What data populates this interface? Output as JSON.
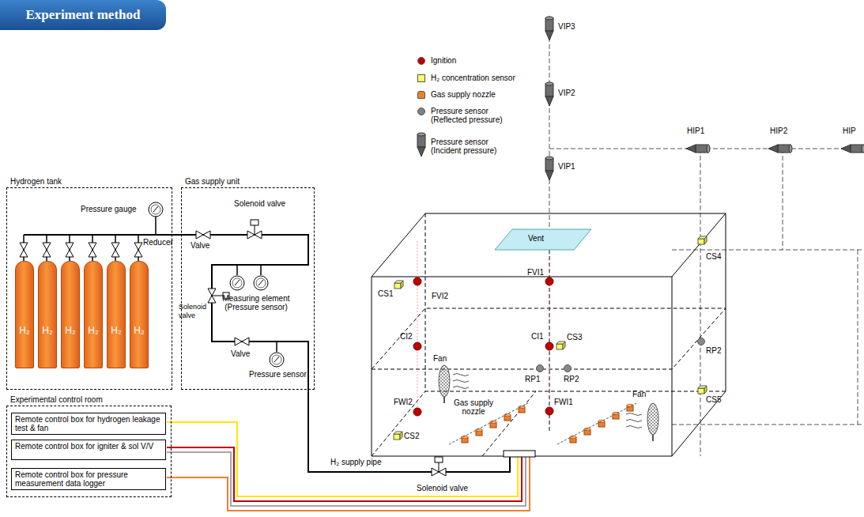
{
  "diagram": {
    "title": "Experiment method",
    "nodes": [
      {
        "text": [
          "Hydrogen tank"
        ]
      },
      {
        "text": [
          "H₂"
        ],
        "in": 0
      },
      {
        "text": [
          "H₂"
        ],
        "in": 0
      },
      {
        "text": [
          "H₂"
        ],
        "in": 0
      },
      {
        "text": [
          "H₂"
        ],
        "in": 0
      },
      {
        "text": [
          "H₂"
        ],
        "in": 0
      },
      {
        "text": [
          "H₂"
        ],
        "in": 0
      },
      {
        "text": [
          "Gas supply unit"
        ]
      },
      {
        "text": [
          "Experimental control room"
        ]
      },
      {
        "text": [
          "Remote control box for hydrogen leakage test & fan"
        ],
        "in": 8
      },
      {
        "text": [
          "Remote control box for igniter & sol V/V"
        ],
        "in": 8
      },
      {
        "text": [
          "Remote control box for pressure measurement data logger"
        ],
        "in": 8
      }
    ],
    "edges": [
      {
        "from": 0,
        "to": 7,
        "arrow": "none"
      }
    ],
    "labels": [
      "Pressure gauge",
      "Valve",
      "Solenoid valve",
      "Reducer",
      "Solenoid valve",
      "Measuring element (Pressure sensor)",
      "Valve",
      "Pressure sensor",
      "H₂ supply pipe",
      "Solenoid valve",
      "Vent",
      "CS1",
      "FVI2",
      "FVI1",
      "CI2",
      "CI1",
      "CS3",
      "Fan",
      "RP1",
      "RP2",
      "FWI2",
      "FWI1",
      "Gas supply nozzle",
      "CS2",
      "Fan",
      "CS4",
      "RP2",
      "CS5",
      "VIP3",
      "VIP2",
      "VIP1",
      "HIP1",
      "HIP2",
      "HIP"
    ],
    "legend": [
      {
        "text": "Ignition",
        "color": "#c00000"
      },
      {
        "text": "H₂ concentration sensor",
        "color": "#ffff66"
      },
      {
        "text": "Gas supply nozzle",
        "color": "#f08030"
      },
      {
        "text": "Pressure sensor (Reflected pressure)",
        "color": "#808080"
      },
      {
        "text": "Pressure sensor (Incident pressure)"
      }
    ]
  }
}
